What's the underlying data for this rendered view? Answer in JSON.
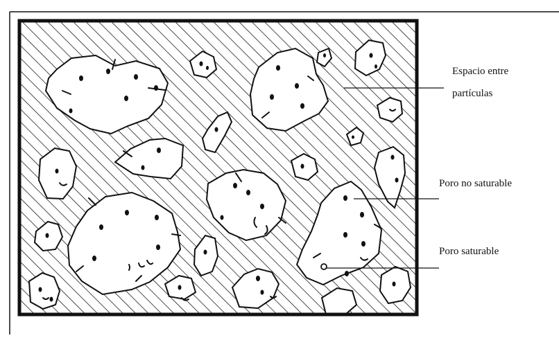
{
  "labels": {
    "interparticle_space": [
      "Espacio entre",
      "partículas"
    ],
    "non_saturable_pore": "Poro no saturable",
    "saturable_pore": "Poro saturable"
  },
  "colors": {
    "ink": "#111111",
    "particle_fill": "#ffffff",
    "background": "#ffffff"
  }
}
